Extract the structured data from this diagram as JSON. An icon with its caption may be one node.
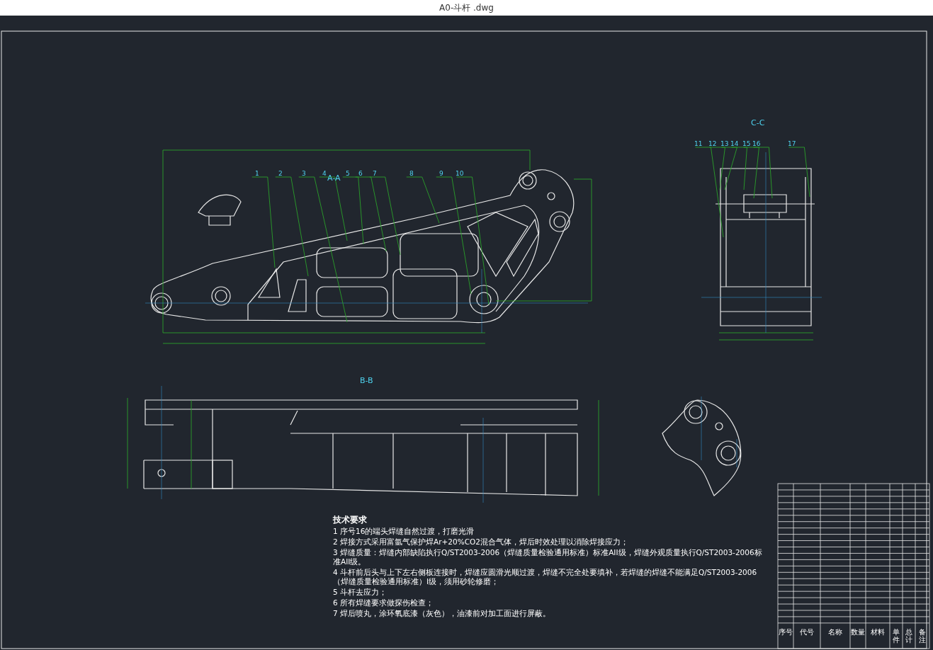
{
  "diagram": {
    "title": "A0-斗杆 .dwg",
    "nodes": [
      {
        "text": [
          "1"
        ]
      },
      {
        "text": [
          "2"
        ]
      },
      {
        "text": [
          "3"
        ]
      },
      {
        "text": [
          "4"
        ]
      },
      {
        "text": [
          "5"
        ]
      },
      {
        "text": [
          "6"
        ]
      },
      {
        "text": [
          "7"
        ]
      },
      {
        "text": [
          "8"
        ]
      },
      {
        "text": [
          "9"
        ]
      },
      {
        "text": [
          "10"
        ]
      },
      {
        "text": [
          "11"
        ]
      },
      {
        "text": [
          "12"
        ]
      },
      {
        "text": [
          "13"
        ]
      },
      {
        "text": [
          "14"
        ]
      },
      {
        "text": [
          "15"
        ]
      },
      {
        "text": [
          "16"
        ]
      },
      {
        "text": [
          "17"
        ]
      }
    ],
    "edges": [
      {
        "from": 0,
        "to": null,
        "arrow": "none"
      },
      {
        "from": 1,
        "to": null,
        "arrow": "none"
      },
      {
        "from": 2,
        "to": null,
        "arrow": "none"
      },
      {
        "from": 3,
        "to": null,
        "arrow": "none"
      },
      {
        "from": 4,
        "to": null,
        "arrow": "none"
      },
      {
        "from": 5,
        "to": null,
        "arrow": "none"
      },
      {
        "from": 6,
        "to": null,
        "arrow": "none"
      },
      {
        "from": 7,
        "to": null,
        "arrow": "none"
      },
      {
        "from": 8,
        "to": null,
        "arrow": "none"
      },
      {
        "from": 9,
        "to": null,
        "arrow": "none"
      },
      {
        "from": 10,
        "to": null,
        "arrow": "none"
      },
      {
        "from": 11,
        "to": null,
        "arrow": "none"
      },
      {
        "from": 12,
        "to": null,
        "arrow": "none"
      },
      {
        "from": 13,
        "to": null,
        "arrow": "none"
      },
      {
        "from": 14,
        "to": null,
        "arrow": "none"
      },
      {
        "from": 15,
        "to": null,
        "arrow": "none"
      },
      {
        "from": 16,
        "to": null,
        "arrow": "none"
      }
    ],
    "labels": [
      "A-A",
      "C-C",
      "B-B",
      "技术要求",
      "1  序号16的端头焊缝自然过渡，打磨光滑",
      "2  焊接方式采用富氩气保护焊Ar+20%CO2混合气体，焊后时效处理以消除焊接应力；",
      "3  焊缝质量：焊缝内部缺陷执行Q/ST2003-2006（焊缝质量检验通用标准）标准AII级，焊缝外观质量执行Q/ST2003-2006标准AII级。",
      "4  斗杆前后头与上下左右侧板连接时，焊缝应圆滑光顺过渡，焊缝不完全处要填补，若焊缝的焊缝不能满足Q/ST2003-2006（焊缝质量检验通用标准）I级，须用砂轮修磨；",
      "5  斗杆去应力；",
      "6  所有焊缝要求做探伤检查；",
      "7  焊后喷丸，涂环氧底漆（灰色），油漆前对加工面进行屏蔽。",
      "序号",
      "代号",
      "名称",
      "数量",
      "材料",
      "单件",
      "总计",
      "备注"
    ]
  }
}
